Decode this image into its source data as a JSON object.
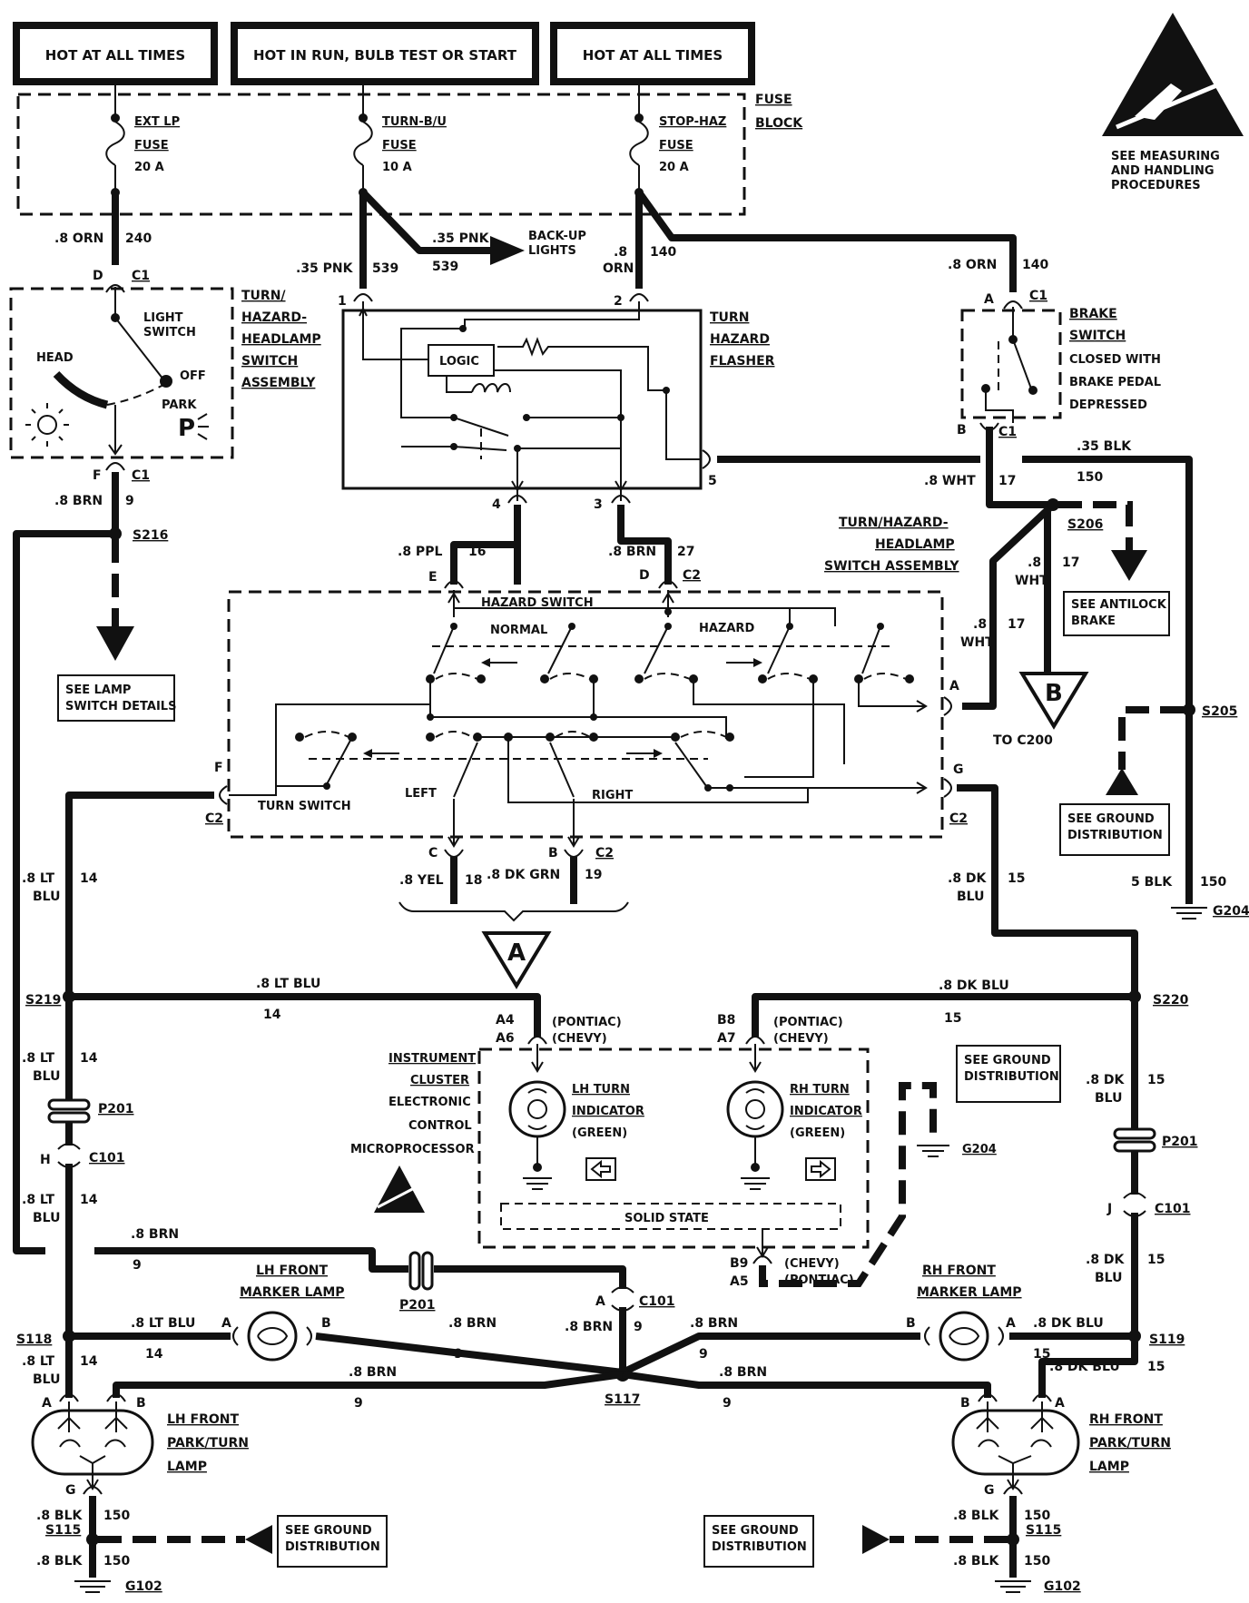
{
  "headers": {
    "left": "HOT AT ALL TIMES",
    "center": "HOT IN RUN, BULB TEST OR START",
    "right": "HOT AT ALL TIMES"
  },
  "fuse_block": {
    "label_1": "FUSE",
    "label_2": "BLOCK",
    "fuses": [
      {
        "name": "EXT LP",
        "type": "FUSE",
        "rating": "20 A"
      },
      {
        "name": "TURN-B/U",
        "type": "FUSE",
        "rating": "10 A"
      },
      {
        "name": "STOP-HAZ",
        "type": "FUSE",
        "rating": "20 A"
      }
    ]
  },
  "esd_note": [
    "SEE MEASURING",
    "AND HANDLING",
    "PROCEDURES"
  ],
  "light_switch": {
    "title": [
      "TURN/",
      "HAZARD-",
      "HEADLAMP",
      "SWITCH",
      "ASSEMBLY"
    ],
    "label": [
      "LIGHT",
      "SWITCH"
    ],
    "positions": [
      "HEAD",
      "OFF",
      "PARK"
    ],
    "pin_top": "D",
    "pin_bottom": "F",
    "connector": "C1"
  },
  "flasher": {
    "title": [
      "TURN",
      "HAZARD",
      "FLASHER"
    ],
    "logic": "LOGIC",
    "pins": [
      "1",
      "2",
      "3",
      "4",
      "5"
    ]
  },
  "brake_switch": {
    "title": [
      "BRAKE",
      "SWITCH"
    ],
    "desc": [
      "CLOSED WITH",
      "BRAKE PEDAL",
      "DEPRESSED"
    ],
    "pin_top": "A",
    "pin_bottom": "B",
    "connector": "C1"
  },
  "backup": {
    "wire": ".35 PNK",
    "circuit": "539",
    "label": [
      "BACK-UP",
      "LIGHTS"
    ]
  },
  "wires": {
    "w240": ".8 ORN",
    "c240": "240",
    "w539": ".35 PNK",
    "c539": "539",
    "w140a": ".8",
    "w140b": "ORN",
    "c140": "140",
    "w140c": ".8 ORN",
    "c140c": "140",
    "w9": ".8 BRN",
    "c9": "9",
    "w16": ".8 PPL",
    "c16": "16",
    "w27": ".8 BRN",
    "c27": "27",
    "w17": ".8 WHT",
    "c17": "17",
    "w150": ".35 BLK",
    "c150": "150",
    "w17b_1": ".8",
    "w17b_2": "WHT",
    "c17b": "17",
    "w17c_1": ".8",
    "w17c_2": "WHT",
    "c17c": "17",
    "w14_1": ".8 LT",
    "w14_2": "BLU",
    "c14": "14",
    "w18": ".8 YEL",
    "c18": "18",
    "w19": ".8 DK GRN",
    "c19": "19",
    "w15_1": ".8 DK",
    "w15_2": "BLU",
    "c15": "15",
    "w150b": "5 BLK",
    "c150b": "150",
    "lt_blu": ".8 LT BLU",
    "dk_blu": ".8 DK BLU",
    "brn": ".8 BRN",
    "blk": ".8 BLK",
    "c150c": "150"
  },
  "splices": {
    "s216": "S216",
    "s206": "S206",
    "s205": "S205",
    "s219": "S219",
    "s220": "S220",
    "s118": "S118",
    "s117": "S117",
    "s119": "S119",
    "s115": "S115"
  },
  "grounds": {
    "g204": "G204",
    "g102": "G102"
  },
  "connectors": {
    "p201": "P201",
    "c101": "C101",
    "c2": "C2",
    "c1": "C1"
  },
  "hazard_assy": {
    "title": [
      "TURN/HAZARD-",
      "HEADLAMP",
      "SWITCH ASSEMBLY"
    ],
    "hazard_switch": "HAZARD SWITCH",
    "normal": "NORMAL",
    "hazard": "HAZARD",
    "turn_switch": "TURN SWITCH",
    "left": "LEFT",
    "right": "RIGHT",
    "pins": {
      "e": "E",
      "d": "D",
      "a": "A",
      "f": "F",
      "g": "G",
      "c": "C",
      "b": "B"
    }
  },
  "refs": {
    "antilock": [
      "SEE ANTILOCK",
      "BRAKE"
    ],
    "lamp_switch": [
      "SEE LAMP",
      "SWITCH DETAILS"
    ],
    "ground_dist": [
      "SEE GROUND",
      "DISTRIBUTION"
    ],
    "to_c200": "TO C200",
    "b": "B",
    "a": "A"
  },
  "cluster": {
    "label": [
      "INSTRUMENT",
      "CLUSTER",
      "ELECTRONIC",
      "CONTROL",
      "MICROPROCESSOR"
    ],
    "lh": [
      "LH TURN",
      "INDICATOR",
      "(GREEN)"
    ],
    "rh": [
      "RH TURN",
      "INDICATOR",
      "(GREEN)"
    ],
    "solid_state": "SOLID STATE",
    "pin_lh": [
      "A4",
      "A6"
    ],
    "pin_rh": [
      "B8",
      "A7"
    ],
    "pin_gnd": [
      "B9",
      "A5"
    ],
    "pontiac": "(PONTIAC)",
    "chevy": "(CHEVY)"
  },
  "lamps": {
    "lh_marker": [
      "LH FRONT",
      "MARKER LAMP"
    ],
    "rh_marker": [
      "RH FRONT",
      "MARKER LAMP"
    ],
    "lh_park": [
      "LH FRONT",
      "PARK/TURN",
      "LAMP"
    ],
    "rh_park": [
      "RH FRONT",
      "PARK/TURN",
      "LAMP"
    ],
    "pin_a": "A",
    "pin_b": "B",
    "pin_g": "G",
    "pin_h": "H",
    "pin_j": "J"
  }
}
